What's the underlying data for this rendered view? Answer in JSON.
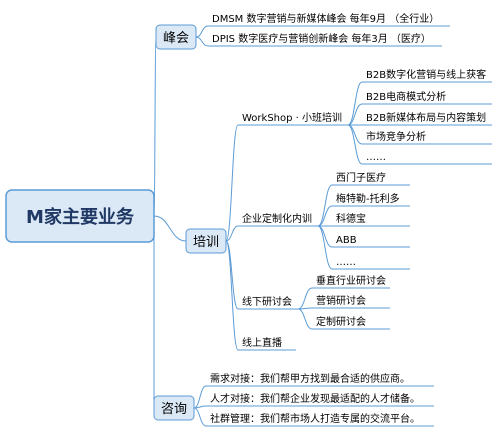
{
  "root": {
    "label": "M家主要业务"
  },
  "branches": [
    {
      "label": "峰会",
      "items": [
        {
          "label": "DMSM  数字营销与新媒体峰会  每年9月  （全行业）"
        },
        {
          "label": "DPIS  数字医疗与营销创新峰会  每年3月  （医疗）"
        }
      ]
    },
    {
      "label": "培训",
      "groups": [
        {
          "label": "WorkShop · 小班培训",
          "items": [
            {
              "label": "B2B数字化营销与线上获客"
            },
            {
              "label": "B2B电商模式分析"
            },
            {
              "label": "B2B新媒体布局与内容策划"
            },
            {
              "label": "市场竞争分析"
            },
            {
              "label": "……"
            }
          ]
        },
        {
          "label": "企业定制化内训",
          "items": [
            {
              "label": "西门子医疗"
            },
            {
              "label": "梅特勒-托利多"
            },
            {
              "label": "科德宝"
            },
            {
              "label": "ABB"
            },
            {
              "label": "……"
            }
          ]
        },
        {
          "label": "线下研讨会",
          "items": [
            {
              "label": "垂直行业研讨会"
            },
            {
              "label": "营销研讨会"
            },
            {
              "label": "定制研讨会"
            }
          ]
        },
        {
          "label": "线上直播",
          "items": []
        }
      ]
    },
    {
      "label": "咨询",
      "items": [
        {
          "label": "需求对接：我们帮甲方找到最合适的供应商。"
        },
        {
          "label": "人才对接：我们帮企业发现最适配的人才储备。"
        },
        {
          "label": "社群管理：我们帮市场人打造专属的交流平台。"
        }
      ]
    }
  ],
  "colors": {
    "line": "#5b9bd5",
    "box_fill": "#dbe9f6",
    "box_stroke": "#5b9bd5",
    "root_fill": "#dbe9f6",
    "root_text": "#1f3864",
    "text": "#000000"
  }
}
